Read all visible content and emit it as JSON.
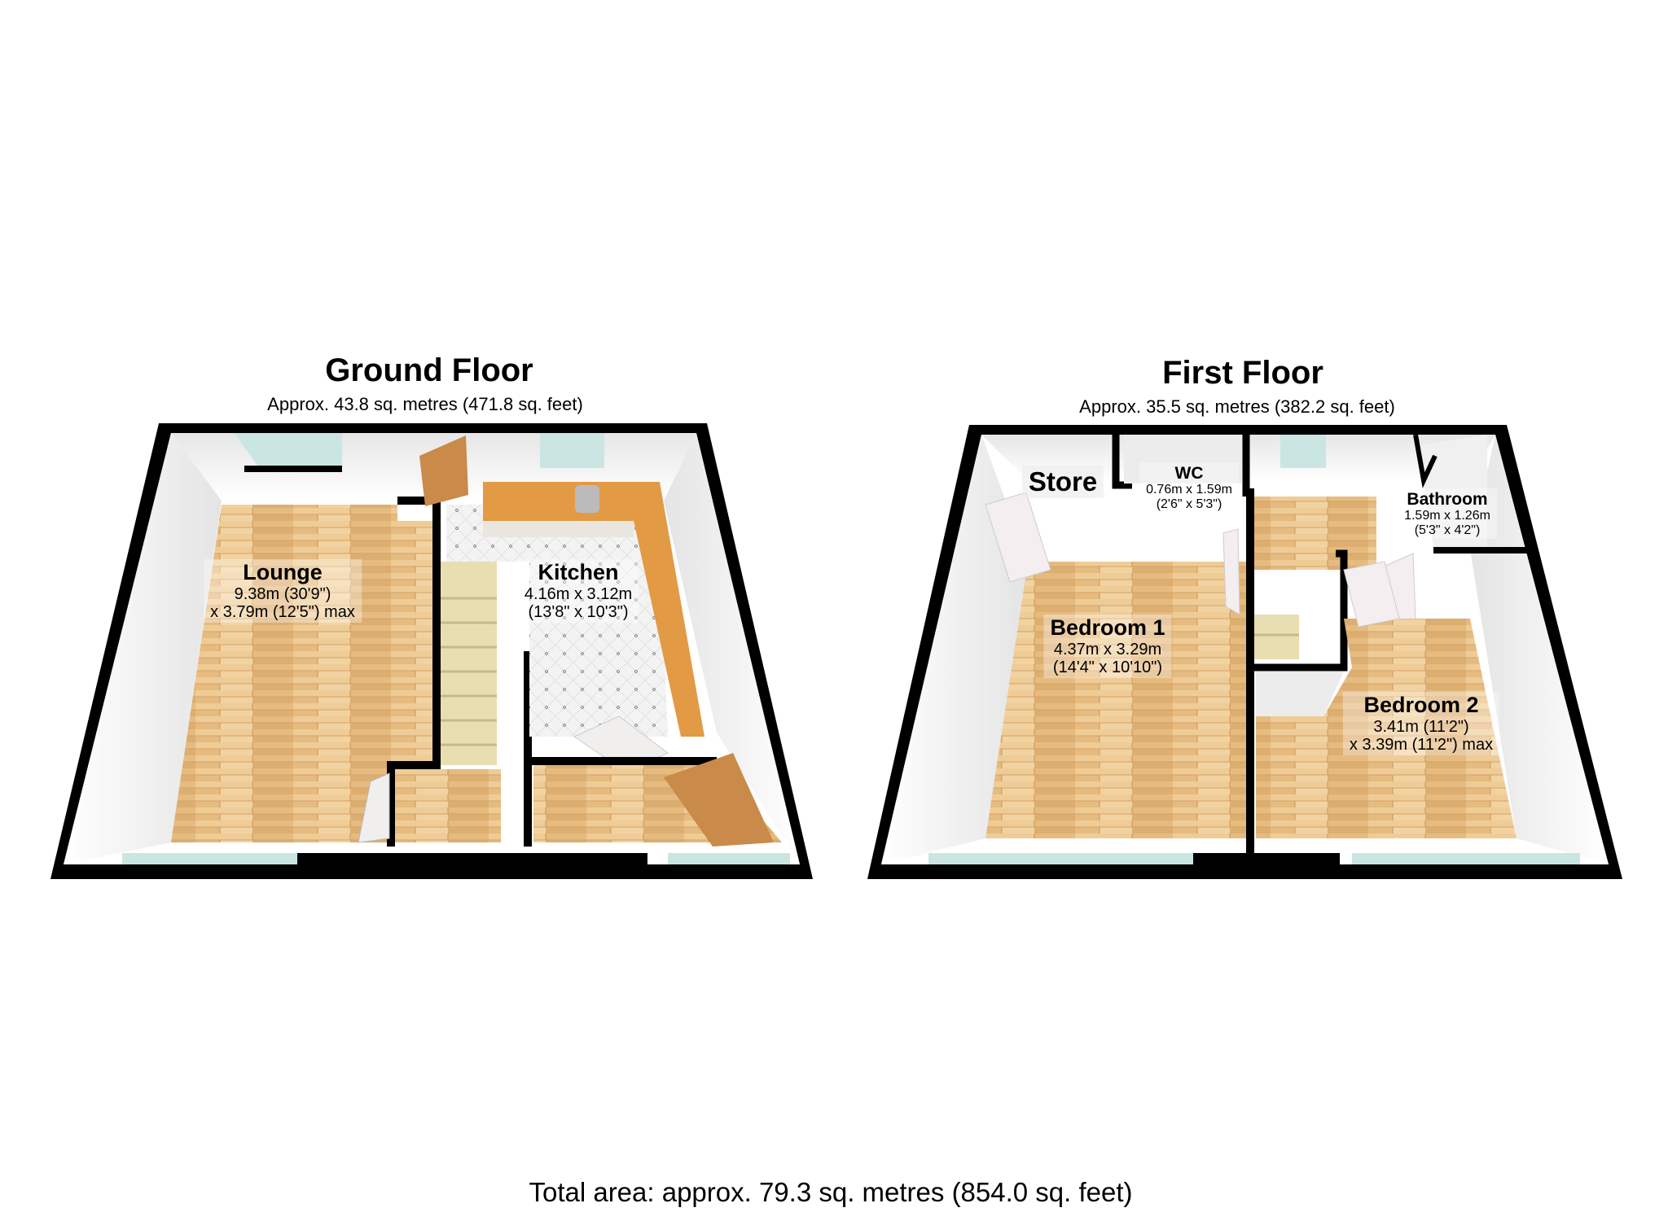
{
  "ground_floor": {
    "title": "Ground Floor",
    "area": "Approx. 43.8 sq. metres (471.8 sq. feet)",
    "rooms": [
      {
        "name": "Lounge",
        "dim1": "9.38m (30'9\")",
        "dim2": "x 3.79m (12'5\") max"
      },
      {
        "name": "Kitchen",
        "dim1": "4.16m x 3.12m",
        "dim2": "(13'8\" x 10'3\")"
      }
    ]
  },
  "first_floor": {
    "title": "First Floor",
    "area": "Approx. 35.5 sq. metres (382.2 sq. feet)",
    "rooms": [
      {
        "name": "Store"
      },
      {
        "name": "WC",
        "dim1": "0.76m x 1.59m",
        "dim2": "(2'6\" x 5'3\")"
      },
      {
        "name": "Bathroom",
        "dim1": "1.59m x 1.26m",
        "dim2": "(5'3\" x 4'2\")"
      },
      {
        "name": "Bedroom 1",
        "dim1": "4.37m x 3.29m",
        "dim2": "(14'4\" x 10'10\")"
      },
      {
        "name": "Bedroom 2",
        "dim1": "3.41m (11'2\")",
        "dim2": "x 3.39m (11'2\") max"
      }
    ]
  },
  "total_area": "Total area: approx. 79.3 sq. metres (854.0 sq. feet)",
  "colors": {
    "wall": "#000000",
    "inner_wall": "#f2f2f2",
    "wood_floor": "#e3b77c",
    "wood_floor_light": "#efcd98",
    "tile_floor": "#f0f0f0",
    "worktop": "#e39a45",
    "window": "#c9e6e2",
    "stairs": "#e9ddb2",
    "door_wood": "#c98a4a",
    "door_white": "#f4eef0"
  }
}
